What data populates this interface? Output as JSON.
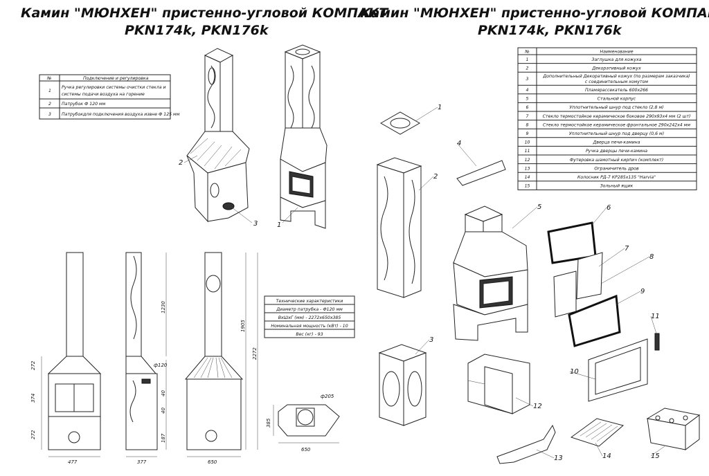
{
  "titles": {
    "left_line1": "Камин \"МЮНХЕН\" пристенно-угловой КОМПАКТ",
    "left_line2": "PKN174k, PKN176k",
    "right_line1": "Камин \"МЮНХЕН\" пристенно-угловой КОМПАКТ",
    "right_line2": "PKN174k, PKN176k"
  },
  "connections_table": {
    "header_no": "№",
    "header_name": "Подключение и регулировка",
    "rows": [
      {
        "no": "1",
        "line1": "Ручка регулировки системы очистки стекла и",
        "line2": "системы подачи воздуха на горение"
      },
      {
        "no": "2",
        "line1": "Патрубок Ф 120 мм"
      },
      {
        "no": "3",
        "line1": "Патрубокдля подключения воздуха извне Ф 125 мм"
      }
    ]
  },
  "parts_table": {
    "header_no": "№",
    "header_name": "Наименование",
    "rows": [
      {
        "no": "1",
        "name": "Заглушка для кожуха"
      },
      {
        "no": "2",
        "name": "Декоративный кожух"
      },
      {
        "no": "3",
        "name": "Дополнительный Декоративный кожух (по размерам заказчика)",
        "name2": "с соединительным хомутом"
      },
      {
        "no": "4",
        "name": "Пламярассекатель 600х266"
      },
      {
        "no": "5",
        "name": "Стальной корпус"
      },
      {
        "no": "6",
        "name": "Уплотнительный шнур под стекло (2,8 м)"
      },
      {
        "no": "7",
        "name": "Стекло термостойкое керамическое  боковое 290х93х4 мм (2 шт)"
      },
      {
        "no": "8",
        "name": "Стекло термостойкое керамическое  фронтальное 290х242х4 мм"
      },
      {
        "no": "9",
        "name": "Уплотнительный шнур под дверцу (0,6 м)"
      },
      {
        "no": "10",
        "name": "Дверца печи-камина"
      },
      {
        "no": "11",
        "name": "Ручка дверцы печи-камина"
      },
      {
        "no": "12",
        "name": "Футеровка шамотный кирпич (комплект)"
      },
      {
        "no": "13",
        "name": "Ограничитель дров"
      },
      {
        "no": "14",
        "name": "Колосник РД-7 КР285х135 \"Harvia\""
      },
      {
        "no": "15",
        "name": "Зольный ящик"
      }
    ]
  },
  "specs_table": {
    "header": "Технические характеристики",
    "rows": [
      "Диаметр патрубка - Ф120 мм",
      "ВхШхГ (мм) - 2272х650х385",
      "Номинальная мощность (кВт) - 10",
      "Вес (кг) - 93"
    ]
  },
  "dimensions": {
    "front_h1": "272",
    "front_h2": "374",
    "front_h3": "272",
    "front_w": "477",
    "side_d120": "ф120",
    "side_40a": "40",
    "side_40b": "40",
    "side_187": "187",
    "side_w": "377",
    "side_1230": "1230",
    "back_1905": "1905",
    "back_2272": "2272",
    "back_w": "650",
    "top_d205": "ф205",
    "top_385": "385",
    "top_650": "650"
  },
  "callouts_left": [
    "1",
    "2",
    "3"
  ],
  "callouts_right": [
    "1",
    "2",
    "3",
    "4",
    "5",
    "6",
    "7",
    "8",
    "9",
    "10",
    "11",
    "12",
    "13",
    "14",
    "15"
  ]
}
